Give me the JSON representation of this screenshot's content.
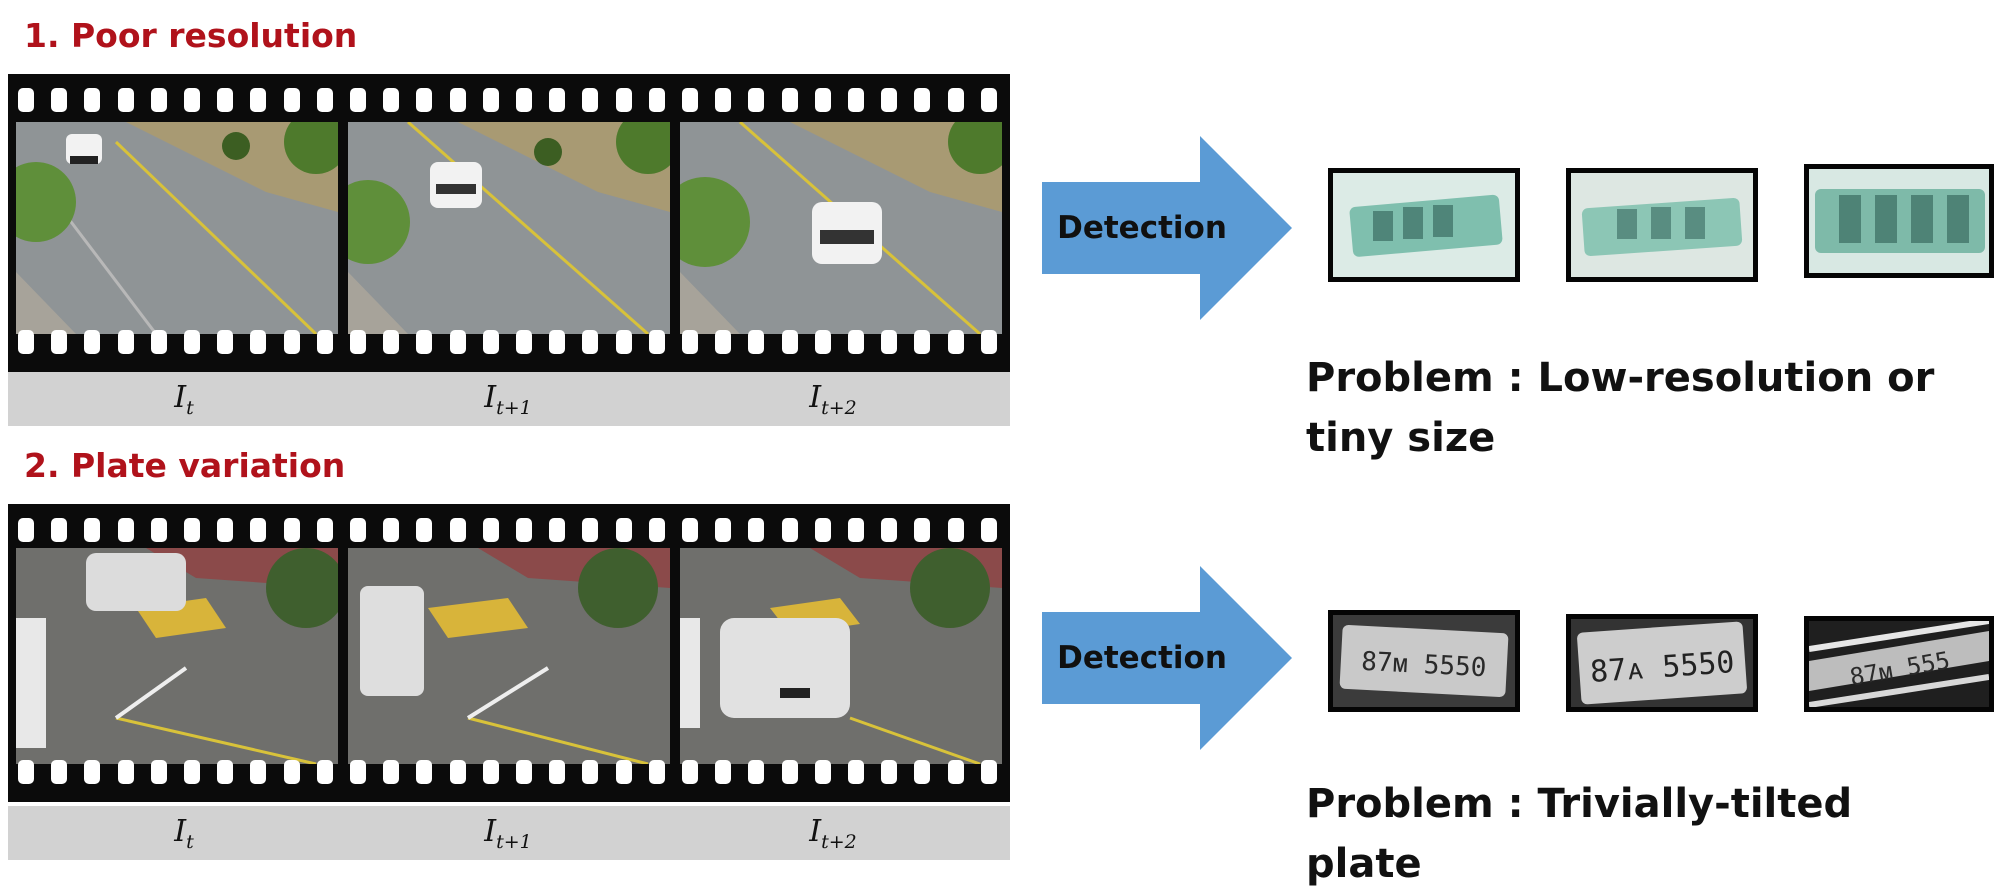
{
  "sections": [
    {
      "title": "1. Poor resolution",
      "frame_labels": [
        {
          "base": "I",
          "sub": "t"
        },
        {
          "base": "I",
          "sub": "t+1"
        },
        {
          "base": "I",
          "sub": "t+2"
        }
      ],
      "arrow_label": "Detection",
      "problem": "Problem : Low-resolution or tiny size",
      "plate_style": "blurry-teal"
    },
    {
      "title": "2. Plate variation",
      "frame_labels": [
        {
          "base": "I",
          "sub": "t"
        },
        {
          "base": "I",
          "sub": "t+1"
        },
        {
          "base": "I",
          "sub": "t+2"
        }
      ],
      "arrow_label": "Detection",
      "problem": "Problem : Trivially-tilted plate",
      "plate_style": "grayscale",
      "plate_texts": [
        "87ᴍ 5550",
        "87ᴀ 5550",
        "87ᴍ 555"
      ]
    }
  ],
  "colors": {
    "title": "#b0121b",
    "arrow": "#5b9bd5",
    "film": "#0b0b0b",
    "label_strip": "#d2d2d2"
  },
  "icons": [
    "film-strip-icon",
    "right-arrow-icon"
  ]
}
